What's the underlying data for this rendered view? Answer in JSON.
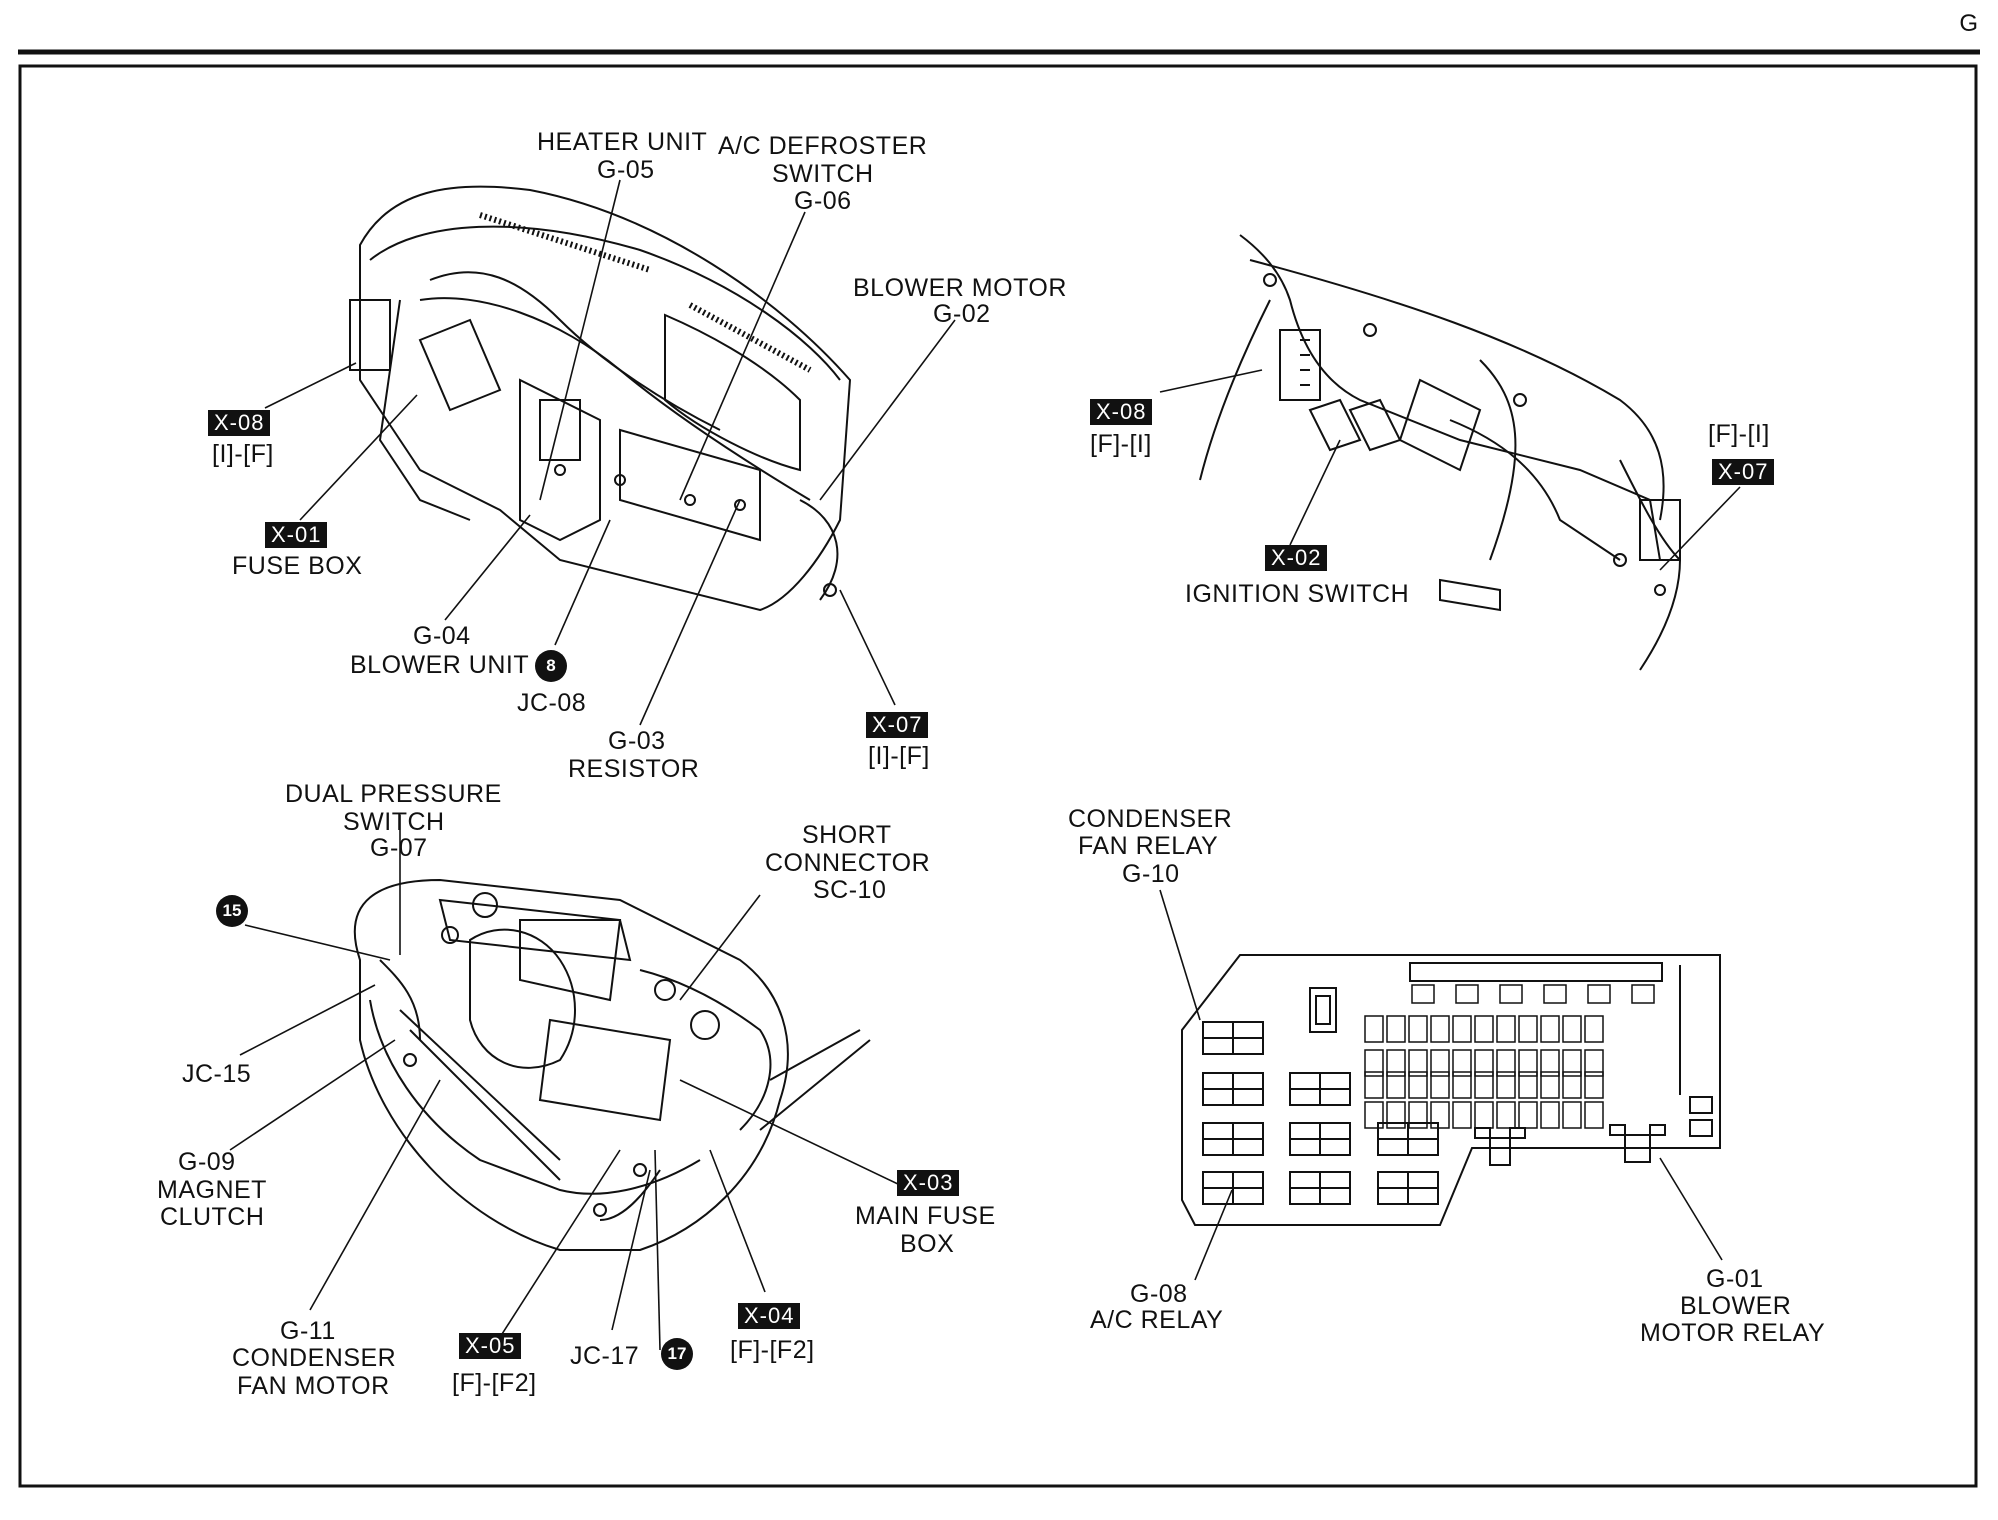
{
  "page_code": "G",
  "labels": {
    "heater_unit": "HEATER UNIT",
    "heater_unit_code": "G-05",
    "ac_defroster_1": "A/C DEFROSTER",
    "ac_defroster_2": "SWITCH",
    "ac_defroster_code": "G-06",
    "blower_motor": "BLOWER MOTOR",
    "blower_motor_code": "G-02",
    "x08_left_tag": "X-08",
    "x08_left_sub": "[I]-[F]",
    "x01_tag": "X-01",
    "fuse_box": "FUSE BOX",
    "g04_code": "G-04",
    "blower_unit": "BLOWER UNIT",
    "jc08_num": "8",
    "jc08": "JC-08",
    "g03_code": "G-03",
    "resistor": "RESISTOR",
    "x07_bottom_tag": "X-07",
    "x07_bottom_sub": "[I]-[F]",
    "x08_right_tag": "X-08",
    "x08_right_sub": "[F]-[I]",
    "x02_tag": "X-02",
    "ignition_switch": "IGNITION SWITCH",
    "x07_right_sub": "[F]-[I]",
    "x07_right_tag": "X-07",
    "dual_pressure_1": "DUAL PRESSURE",
    "dual_pressure_2": "SWITCH",
    "dual_pressure_code": "G-07",
    "jc15_num": "15",
    "jc15": "JC-15",
    "g09_code": "G-09",
    "magnet": "MAGNET",
    "clutch": "CLUTCH",
    "g11_code": "G-11",
    "condenser": "CONDENSER",
    "fan_motor": "FAN MOTOR",
    "x05_tag": "X-05",
    "x05_sub": "[F]-[F2]",
    "jc17": "JC-17",
    "jc17_num": "17",
    "x04_tag": "X-04",
    "x04_sub": "[F]-[F2]",
    "short_1": "SHORT",
    "short_2": "CONNECTOR",
    "short_code": "SC-10",
    "x03_tag": "X-03",
    "main_fuse_1": "MAIN FUSE",
    "main_fuse_2": "BOX",
    "cond_relay_1": "CONDENSER",
    "cond_relay_2": "FAN RELAY",
    "cond_relay_code": "G-10",
    "g08_code": "G-08",
    "ac_relay": "A/C RELAY",
    "g01_code": "G-01",
    "blower_relay_1": "BLOWER",
    "blower_relay_2": "MOTOR RELAY"
  }
}
